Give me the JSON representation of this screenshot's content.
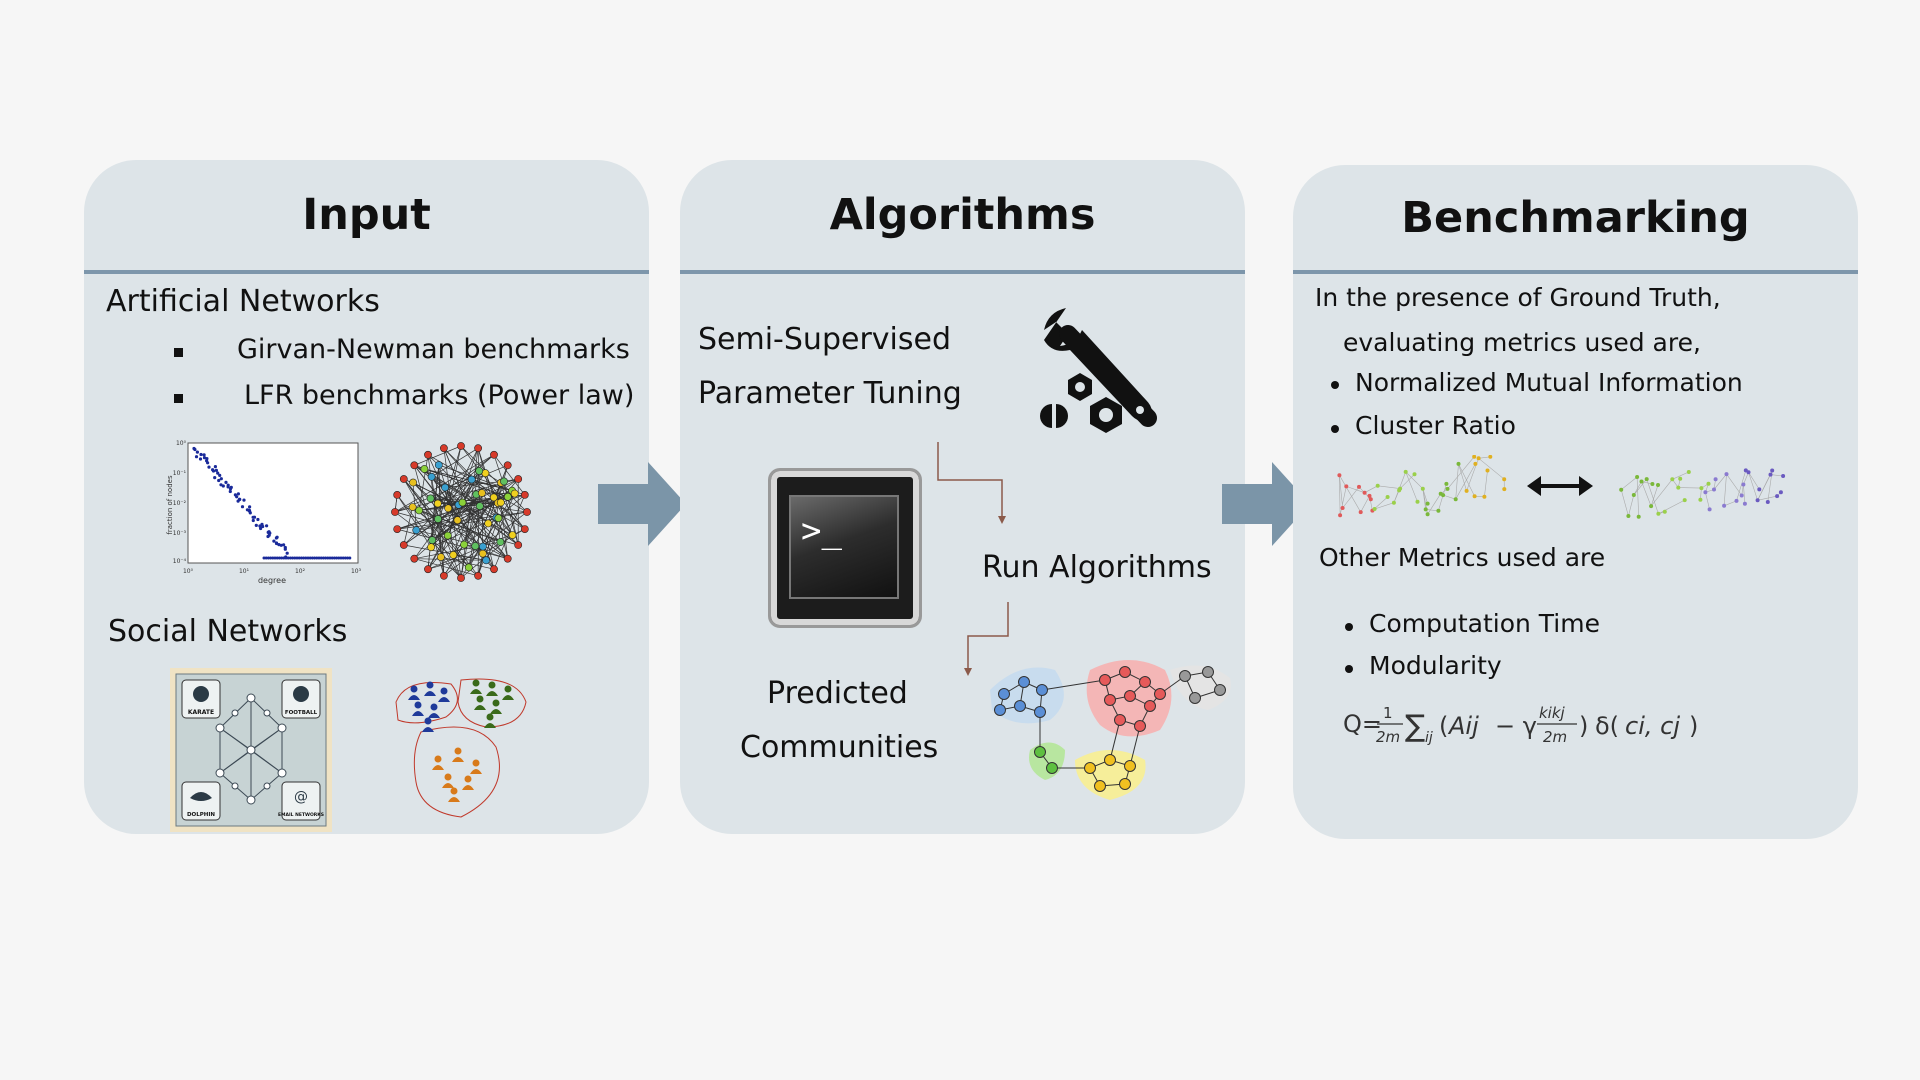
{
  "input": {
    "title": "Input",
    "artificial_heading": "Artificial Networks",
    "artificial_items": [
      "Girvan-Newman benchmarks",
      "LFR benchmarks (Power law)"
    ],
    "plot_xlabel": "degree",
    "plot_ylabel": "fraction of nodes",
    "social_heading": "Social Networks",
    "social_tiles": [
      "KARATE",
      "FOOTBALL",
      "DOLPHIN",
      "EMAIL NETWORKS"
    ]
  },
  "algorithms": {
    "title": "Algorithms",
    "tuning_line1": "Semi-Supervised",
    "tuning_line2": "Parameter Tuning",
    "terminal_prompt": ">_",
    "run_label": "Run Algorithms",
    "predicted_line1": "Predicted",
    "predicted_line2": "Communities"
  },
  "benchmarking": {
    "title": "Benchmarking",
    "intro_line1": "In the presence of Ground Truth,",
    "intro_line2": "evaluating metrics used are,",
    "metrics": [
      "Normalized Mutual Information",
      "Cluster Ratio"
    ],
    "other_heading": "Other Metrics used are",
    "other_metrics": [
      "Computation Time",
      "Modularity"
    ],
    "formula": "Q=(1/2m)Σij(Aij − γ kikj/2m) δ(ci,cj)"
  },
  "colors": {
    "panel_bg": "#dde4e8",
    "divider": "#7d96ab",
    "arrow": "#7b95a8",
    "flow_line": "#8b5a4a"
  }
}
